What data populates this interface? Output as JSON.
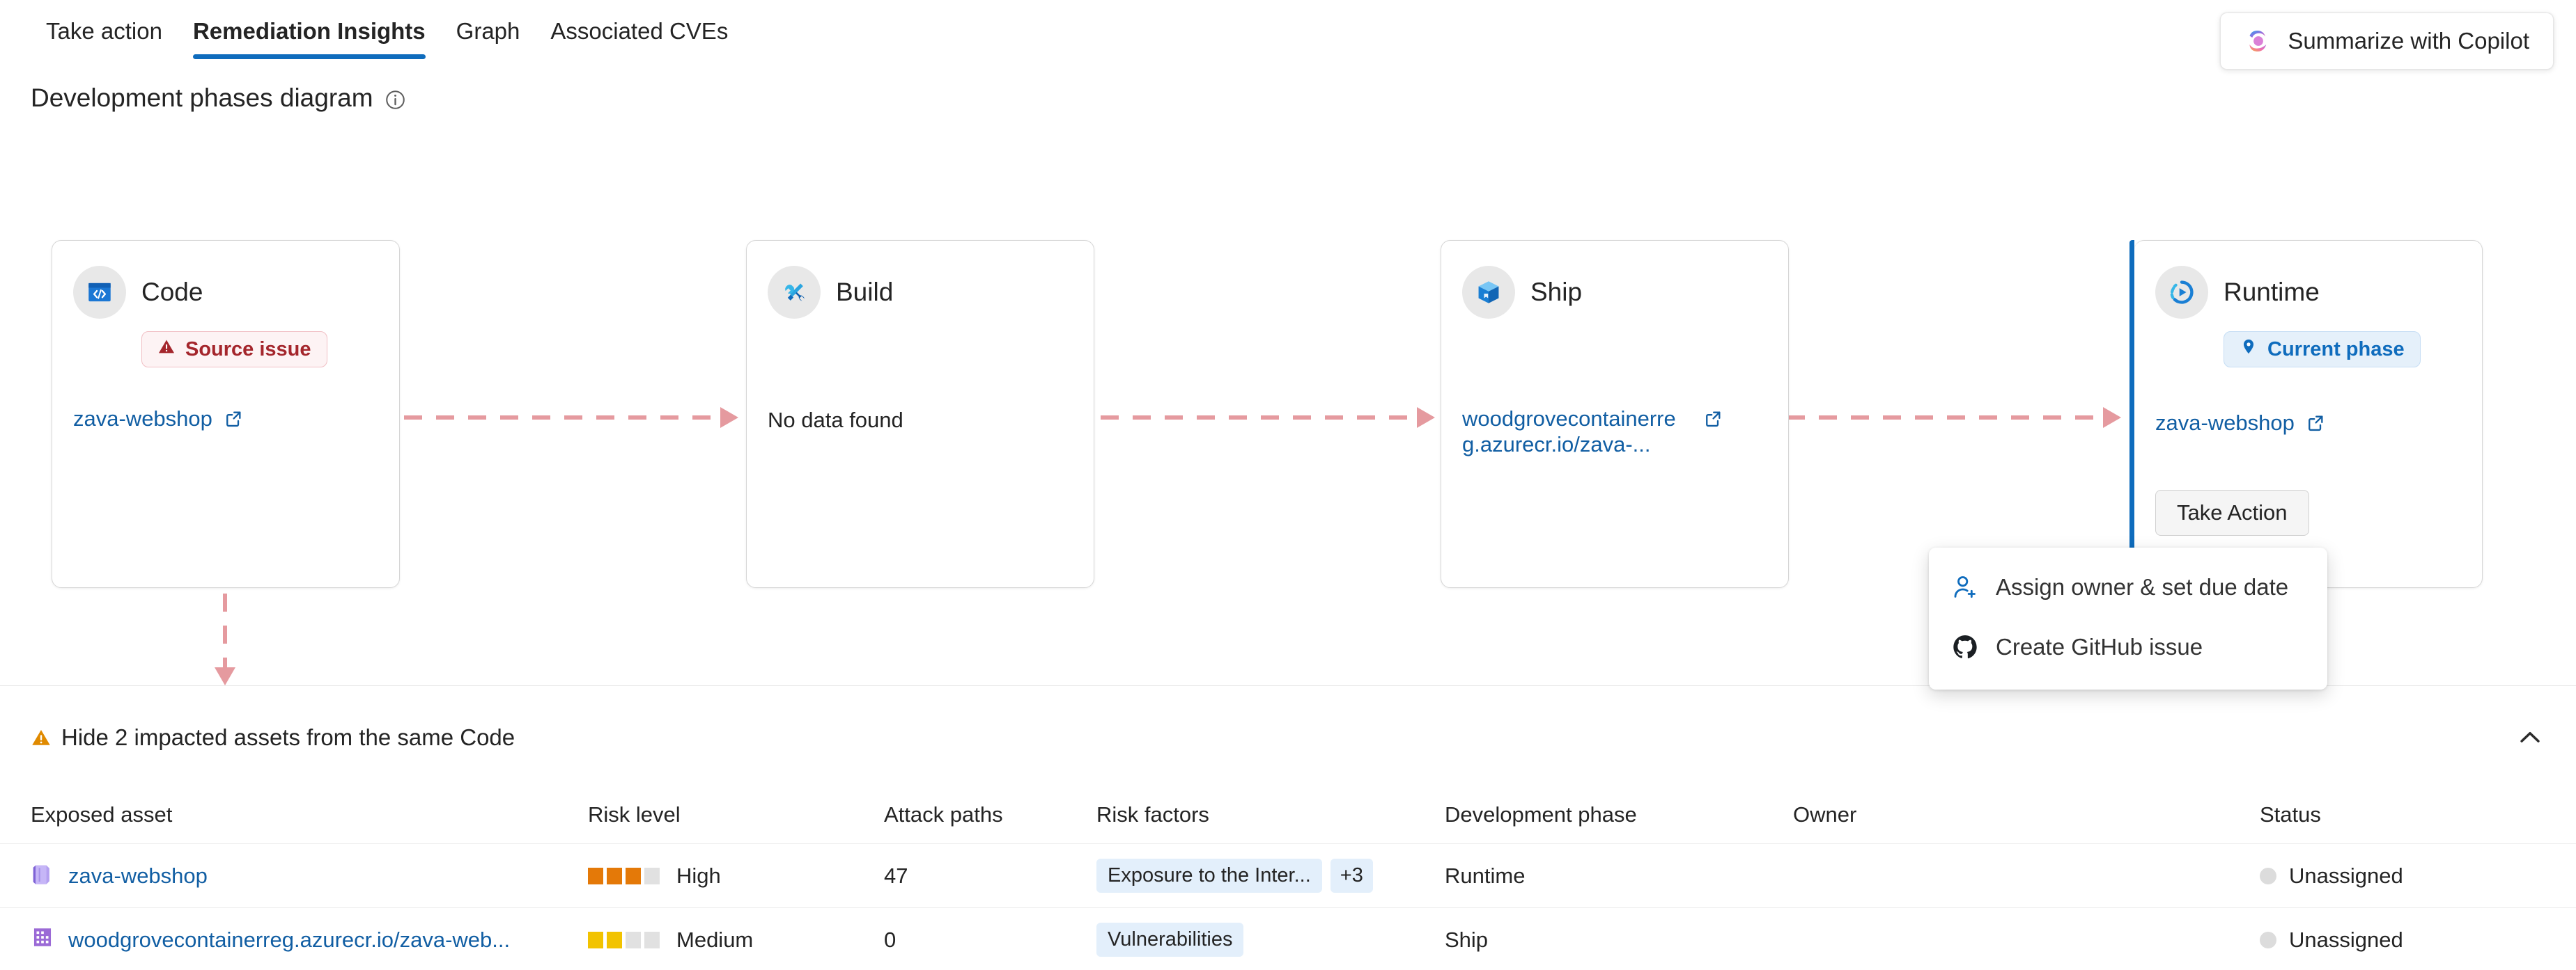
{
  "tabs": [
    {
      "label": "Take action",
      "active": false
    },
    {
      "label": "Remediation Insights",
      "active": true
    },
    {
      "label": "Graph",
      "active": false
    },
    {
      "label": "Associated CVEs",
      "active": false
    }
  ],
  "copilot": {
    "label": "Summarize with Copilot",
    "icon": "copilot-icon"
  },
  "section": {
    "title": "Development phases diagram",
    "info_icon": "info-icon"
  },
  "phases": [
    {
      "name": "Code",
      "icon": "code-window-icon",
      "badge": {
        "text": "Source issue",
        "icon": "warning-triangle-icon",
        "kind": "source-issue"
      },
      "link": "zava-webshop",
      "no_data": null,
      "current": false
    },
    {
      "name": "Build",
      "icon": "tools-icon",
      "badge": null,
      "link": null,
      "no_data": "No data found",
      "current": false
    },
    {
      "name": "Ship",
      "icon": "package-box-icon",
      "badge": null,
      "link": "woodgrovecontainerreg.azurecr.io/zava-...",
      "no_data": null,
      "current": false
    },
    {
      "name": "Runtime",
      "icon": "runtime-play-icon",
      "badge": {
        "text": "Current phase",
        "icon": "location-pin-icon",
        "kind": "current-phase"
      },
      "link": "zava-webshop",
      "no_data": null,
      "current": true,
      "take_action_label": "Take Action"
    }
  ],
  "context_menu": {
    "items": [
      {
        "label": "Assign owner & set due date",
        "icon": "person-add-icon"
      },
      {
        "label": "Create GitHub issue",
        "icon": "github-icon"
      }
    ]
  },
  "impacted": {
    "label": "Hide 2 impacted assets from the same Code",
    "warn_icon": "warning-triangle-icon",
    "collapse_icon": "chevron-up-icon"
  },
  "table": {
    "headers": [
      "Exposed asset",
      "Risk level",
      "Attack paths",
      "Risk factors",
      "Development phase",
      "Owner",
      "Status"
    ],
    "rows": [
      {
        "asset": "zava-webshop",
        "asset_icon": "app-service-icon",
        "risk_level": "High",
        "risk_filled": 3,
        "risk_total": 4,
        "risk_color": "#e47908",
        "attack_paths": "47",
        "factors": [
          "Exposure to the Inter..."
        ],
        "factors_more": "+3",
        "phase": "Runtime",
        "owner": "",
        "status": "Unassigned"
      },
      {
        "asset": "woodgrovecontainerreg.azurecr.io/zava-web...",
        "asset_icon": "container-registry-icon",
        "risk_level": "Medium",
        "risk_filled": 2,
        "risk_total": 4,
        "risk_color": "#f2c300",
        "attack_paths": "0",
        "factors": [
          "Vulnerabilities"
        ],
        "factors_more": null,
        "phase": "Ship",
        "owner": "",
        "status": "Unassigned"
      }
    ]
  },
  "colors": {
    "accent": "#0f6cbd",
    "link": "#115ea3",
    "connector": "#e59a9f",
    "high": "#e47908",
    "medium": "#f2c300",
    "source_issue": "#a4262c",
    "warning": "#e08a00"
  }
}
